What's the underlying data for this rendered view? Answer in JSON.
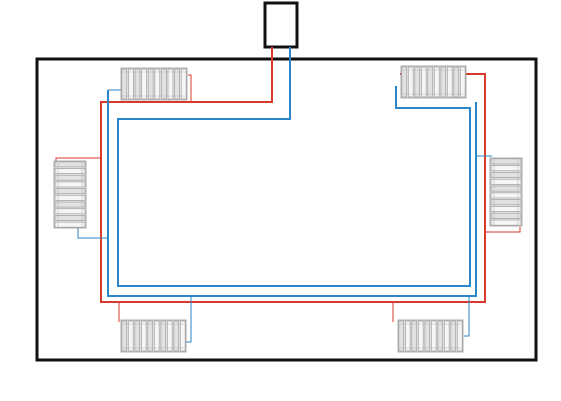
{
  "colors": {
    "background": "#ffffff",
    "room_outline": "#111111",
    "supply_pipe": "#d9392b",
    "return_pipe": "#2a86c8",
    "radiator_fill": "#ececec",
    "radiator_stroke": "#9c9c9c"
  },
  "components": {
    "boiler": {
      "label": ""
    },
    "radiators": [
      {
        "id": "top-left",
        "sections": 10
      },
      {
        "id": "top-right",
        "sections": 10
      },
      {
        "id": "left",
        "sections": 10
      },
      {
        "id": "right",
        "sections": 10
      },
      {
        "id": "bottom-left",
        "sections": 10
      },
      {
        "id": "bottom-right",
        "sections": 10
      }
    ]
  },
  "pipes": [
    {
      "id": "supply",
      "color": "red"
    },
    {
      "id": "return",
      "color": "blue"
    }
  ]
}
